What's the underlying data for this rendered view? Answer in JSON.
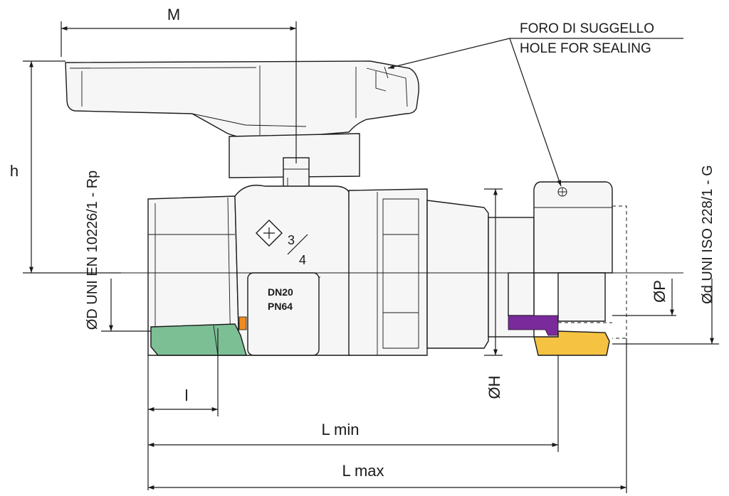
{
  "labels": {
    "m": "M",
    "h": "h",
    "l": "l",
    "l_min": "L min",
    "l_max": "L max",
    "dh": "ØH",
    "dp": "ØP",
    "callout_line1": "FORO DI SUGGELLO",
    "callout_line2": "HOLE FOR SEALING",
    "thread_left": "ØD UNI EN 10226/1 - Rp",
    "thread_right": "Ød UNI ISO 228/1 - G",
    "marking_dn": "DN20",
    "marking_pn": "PN64",
    "size_num": "3",
    "size_den": "4"
  },
  "colors": {
    "body_fill": "#f6f6f6",
    "line": "#1a1a1a",
    "thread_green": "#7dbf95",
    "seal_orange": "#f28a1e",
    "seal_purple": "#7a2a9a",
    "nut_yellow": "#f5c242"
  },
  "icons": {
    "logo": "diamond-logo-icon"
  }
}
